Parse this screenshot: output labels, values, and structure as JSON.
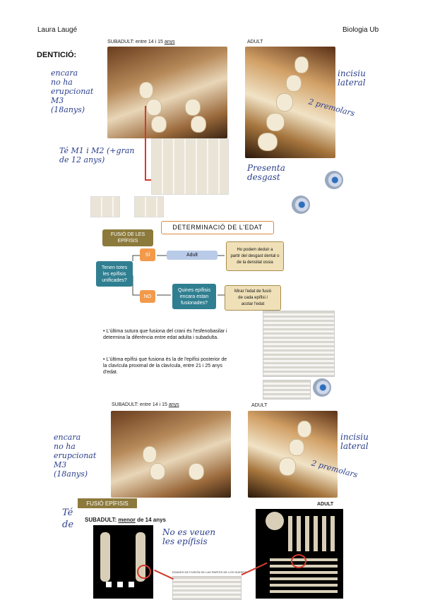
{
  "header": {
    "author": "Laura Laugé",
    "subject": "Biologia Ub"
  },
  "section_title": "DENTICIÓ:",
  "top_block": {
    "subadult_caption_prefix": "SUBADULT: entre 14 i 15 ",
    "subadult_caption_underlined": "anys",
    "adult_caption": "ADULT",
    "note_left": "encara\nno ha\nerupcionat\nM3\n(18anys)",
    "note_bottom": "Té M1 i M2 (+gran\nde 12 anys)",
    "note_incisiu": "incisiu\nlateral",
    "note_premolars": "2 premolars",
    "note_presenta": "Presenta\ndesgast"
  },
  "flowchart": {
    "title": "DETERMINACIÓ DE L'EDAT",
    "fusio_label": "FUSIÓ DE LES\nEPÍFISIS",
    "question": "Tenen totes\nles epífisis\nunificades?",
    "si": "SÍ",
    "no": "NO",
    "adult": "Adult",
    "adult_result": "Ho podem deduir a\npartir del desgast dental o\nde la densitat ossia",
    "quines": "Quines epífisis\nencara estan\nfusionades?",
    "mirar": "Mirar l'edat de fusió\nde cada epífisi i\nacotar l'edat"
  },
  "bullets": [
    "L'última sutura que fusiona del crani és l'esfenobasilar i determina la diferència entre edat adulta i subadulta.",
    "L'última epífisi que fusiona és la de l'epífisi posterior de la clavícula proximal de la clavícula, entre 21 i 25 anys d'edat."
  ],
  "bottom_block": {
    "subadult_caption_prefix": "SUBADULT: entre 14 i 15 ",
    "subadult_caption_underlined": "anys",
    "adult_caption": "ADULT",
    "note_left": "encara\nno ha\nerupcionat\nM3\n(18anys)",
    "note_incisiu": "incisiu\nlateral",
    "note_premolars": "2 premolars",
    "note_te": "Té",
    "note_de": "de"
  },
  "epifisis_block": {
    "banner": "FUSIÓ EPÍFISIS",
    "adult_caption": "ADULT",
    "subadult_caption_prefix": "SUBADULT: ",
    "subadult_caption_underlined": "menor",
    "subadult_caption_suffix": " de 14 anys",
    "note": "No es veuen\nles epífisis",
    "chart_title": "EDADES DE FUSIÓN DE LAS PARTES DE LOS HUESOS"
  }
}
